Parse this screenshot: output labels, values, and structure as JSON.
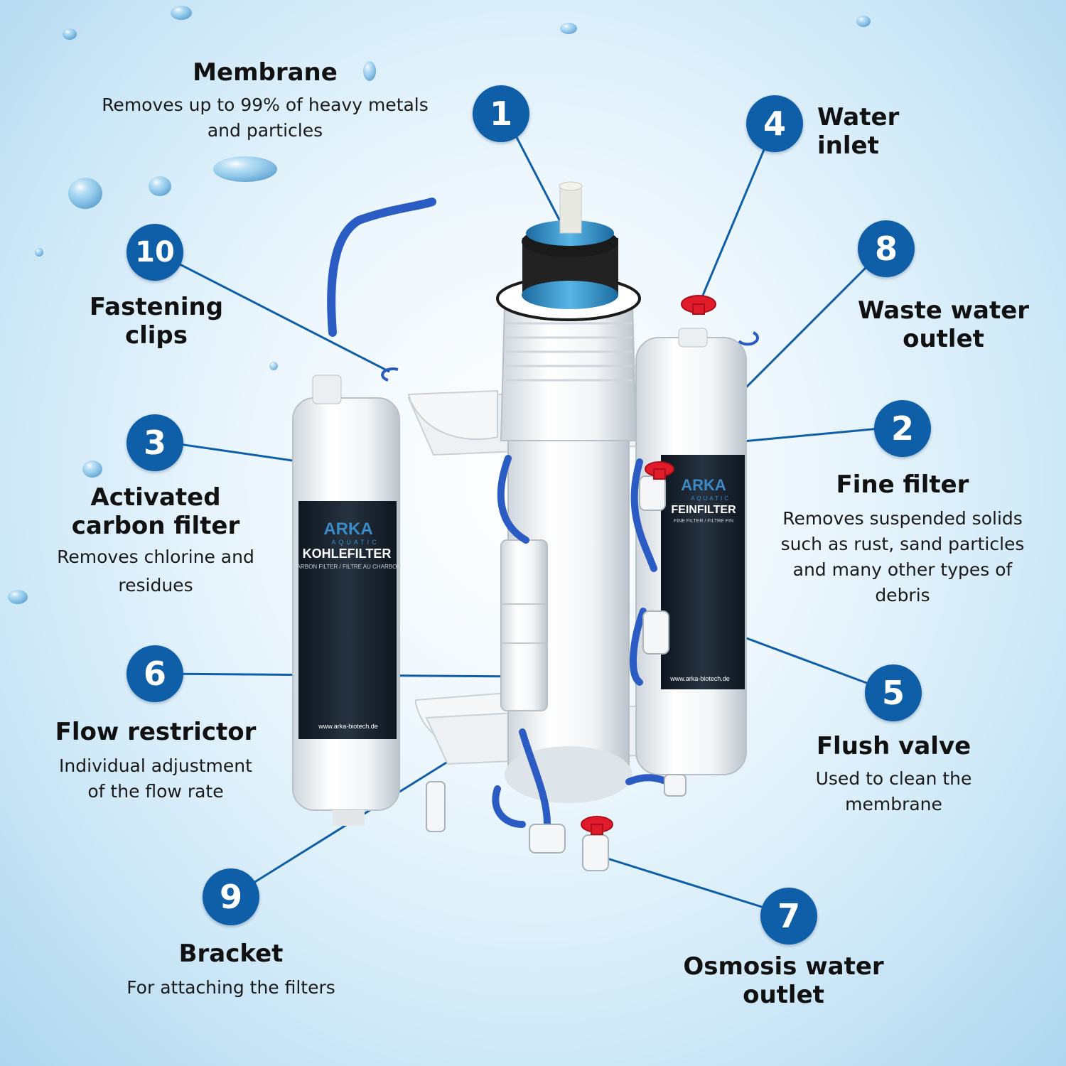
{
  "callouts": [
    {
      "number": "1",
      "title": "Membrane",
      "description": "Removes up to 99% of heavy metals and particles"
    },
    {
      "number": "2",
      "title": "Fine filter",
      "description": "Removes suspended solids such as rust, sand particles and many other types of debris"
    },
    {
      "number": "3",
      "title": "Activated carbon filter",
      "description": "Removes chlorine and residues"
    },
    {
      "number": "4",
      "title": "Water inlet",
      "description": ""
    },
    {
      "number": "5",
      "title": "Flush valve",
      "description": "Used to clean the membrane"
    },
    {
      "number": "6",
      "title": "Flow restrictor",
      "description": "Individual adjustment of the flow rate"
    },
    {
      "number": "7",
      "title": "Osmosis water outlet",
      "description": ""
    },
    {
      "number": "8",
      "title": "Waste water outlet",
      "description": ""
    },
    {
      "number": "9",
      "title": "Bracket",
      "description": "For attaching the filters"
    },
    {
      "number": "10",
      "title": "Fastening clips",
      "description": ""
    }
  ],
  "left_filter": {
    "brand": "ARKA",
    "brand_sub": "AQUATIC",
    "name": "KOHLEFILTER",
    "subname": "CARBON FILTER / FILTRE AU CHARBON",
    "website": "www.arka-biotech.de"
  },
  "right_filter": {
    "brand": "ARKA",
    "brand_sub": "AQUATIC",
    "name": "FEINFILTER",
    "subname": "FINE FILTER / FILTRE FIN",
    "website": "www.arka-biotech.de"
  },
  "colors": {
    "badge": "#0f5ea8",
    "tube": "#2a5cc4",
    "seal": "#e21b2a",
    "label_dark": "#1a2a3a"
  }
}
